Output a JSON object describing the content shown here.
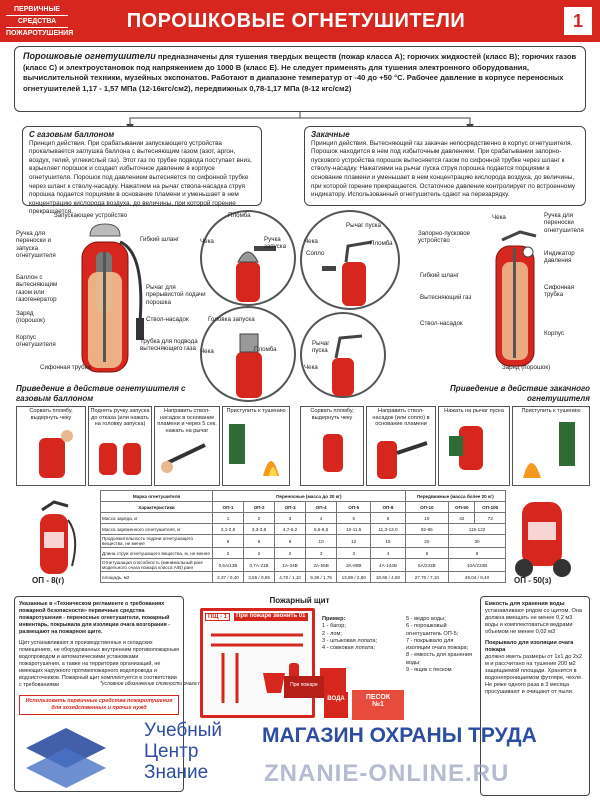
{
  "header": {
    "tag_lines": [
      "ПЕРВИЧНЫЕ",
      "СРЕДСТВА",
      "ПОЖАРОТУШЕНИЯ"
    ],
    "title": "ПОРОШКОВЫЕ ОГНЕТУШИТЕЛИ",
    "number": "1"
  },
  "intro": {
    "lead": "Порошковые огнетушители",
    "text": " предназначены для тушения твердых веществ (пожар класса А); горючих жидкостей (класс В); горючих газов (класс С) и электроустановок под напряжением до 1000 В (класс Е). Не следует применять для тушения электронного оборудования, вычислительной техники, музейных экспонатов. Работают в диапазоне температур от -40 до +50 °С. Рабочее давление в корпусе переносных огнетушителей 1,17 - 1,57 МПа (12-16кгс/см2), передвижных 0,78-1,17 МПа (8-12 кгс/см2)"
  },
  "gas_box": {
    "title": "С газовым баллоном",
    "text": "Принцип действия. При срабатывании запускающего устройства прокалывается заглушка баллона с вытесняющим газом (азот, аргон, воздух, гелий, углекислый газ). Этот газ по трубке подвода поступает вниз, взрыхляет порошок и создает избыточное давление в корпусе огнетушителя. Порошок под давлением вытесняется по сифонной трубке через шланг к стволу-насадку. Нажатием на рычаг ствола-насадка струя порошка подается порциями в основание пламени и уменьшает в нем концентрацию кислорода воздуха, до величины, при которой горение прекращается."
  },
  "pump_box": {
    "title": "Закачные",
    "text": "Принцип действия. Вытесняющий газ закачан непосредственно в корпус огнетушителя. Порошок находится в нем под избыточным давлением. При срабатывании запорно-пускового устройства порошок вытесняется газом по сифонной трубке через шланг к стволу-насадку. Нажатиями на рычаг пуска струя порошка подается порциями в основание пламени и уменьшает в нем концентрацию кислорода воздуха, до величины, при которой горение прекращается. Остаточное давление контролирует по встроенному индикатору. Использованный огнетушитель сдают на перезарядку."
  },
  "left_labels": [
    "Запускающее устройство",
    "Ручка для переноски и запуска огнетушителя",
    "Гибкий шланг",
    "Баллон с вытесняющим газом или газогенератор",
    "Рычаг для прерывистой подачи порошка",
    "Заряд (порошок)",
    "Ствол-насадок",
    "Корпус огнетушителя",
    "Трубка для подвода вытесняющего газа",
    "Сифонная трубка"
  ],
  "circle_labels": [
    "Пломба",
    "Чека",
    "Ручка запуска",
    "Головка запуска",
    "Чека",
    "Пломба",
    "Рычаг пуска",
    "Чека",
    "Сопло",
    "Пломба",
    "Рычаг пуска",
    "Чека"
  ],
  "right_labels": [
    "Запорно-пусковое устройство",
    "Чека",
    "Ручка для переноски огнетушителя",
    "Индикатор давления",
    "Гибкий шланг",
    "Сифонная трубка",
    "Вытесняющий газ",
    "Ствол-насадок",
    "Корпус",
    "Заряд (порошок)"
  ],
  "steps_gas": {
    "title": "Приведение в действие огнетушителя с газовым баллоном",
    "items": [
      "Сорвать пломбу, выдернуть чеку",
      "Поднять ручку запуска до отказа (или нажать на головку запуска)",
      "Направить ствол-насадок в основание пламени и через 5 сек. нажать на рычаг",
      "Приступить к тушению"
    ]
  },
  "steps_pump": {
    "title": "Приведение в действие закачного огнетушителя",
    "items": [
      "Сорвать пломбу, выдернуть чеку",
      "Направить ствол-насадок (или сопло) в основание пламени",
      "Нажать на рычаг пуска",
      "Приступить к тушению"
    ]
  },
  "table": {
    "head1": [
      "Марка огнетушителя",
      "Переносные (масса до 20 кг)",
      "Передвижные (масса более 20 кг)"
    ],
    "head2": [
      "Характеристики",
      "ОП-1",
      "ОП-2",
      "ОП-3",
      "ОП-4",
      "ОП-5",
      "ОП-8",
      "ОП-10",
      "ОП-50",
      "ОП-100"
    ],
    "rows": [
      [
        "Масса заряда, кг",
        "1",
        "2",
        "3",
        "4",
        "5",
        "8",
        "10",
        "42",
        "72"
      ],
      [
        "Масса заряженного огнетушителя, кг",
        "2,1-2,8",
        "3,3-3,8",
        "4,7-5,2",
        "5,6-6,5",
        "10-11,5",
        "11,3-13,0",
        "82-85",
        "115-122",
        ""
      ],
      [
        "Продолжительность подачи огнетушащего вещества, не менее",
        "6",
        "6",
        "8",
        "10",
        "12",
        "15",
        "20",
        "30",
        ""
      ],
      [
        "Длина струи огнетушащего вещества, м, не менее",
        "2",
        "2",
        "2",
        "3",
        "3",
        "4",
        "6",
        "8",
        ""
      ],
      [
        "Огнетушащая способность (минимальный ранг модельного очага пожара класса А/В) ранг",
        "0,5А/13В",
        "0,7А-21В",
        "1А-34В",
        "2А-55В",
        "3А-89В",
        "4А-144В",
        "6А/233В",
        "10А/233В",
        ""
      ],
      [
        "площадь, м2",
        "2,37 / 0,40",
        "3,55 / 0,65",
        "4,70 / 1,10",
        "9,36 / 1,75",
        "13,89 / 2,80",
        "18,66 / 4,50",
        "27,70 / 7,10",
        "46,04 / 8,40",
        ""
      ]
    ]
  },
  "table_note": "*условное обозначение сложности очага пожара установленных форм и размеров",
  "ext_left": "ОП - 8(г)",
  "ext_right": "ОП - 50(з)",
  "reg": {
    "p1": "Указанные в «Техническом регламенте о требованиях пожарной безопасности» первичные средства пожаротушения - переносные огнетушители, пожарный инвентарь, покрывала для изоляции очага возгорания - размещают на пожарном щите.",
    "p2": "Щит устанавливают в производственных и складских помещениях, не оборудованных внутренним противопожарным водопроводом и автоматическими установками пожаротушения, а также на территории организаций, не имеющих наружного противопожарного водопровода и водоисточников. Пожарный щит комплектуется в соответствии с требованиями",
    "warn": "Использовать первичные средства пожаротушения для хозяйственных и прочих нужд"
  },
  "shield": {
    "title": "Пожарный щит",
    "sign": "ПЩ - 1",
    "sign2": "При пожаре звонить 01",
    "box_text": "При пожаре",
    "sand": "ПЕСОК",
    "sand_no": "№1",
    "water": "ВОДА"
  },
  "legend": {
    "title": "Пример:",
    "left": [
      "1 - багор;",
      "2 - лом;",
      "3 - штыковая лопата;",
      "4 - совковая лопата;"
    ],
    "right": [
      "5 - ведро воды;",
      "6 - порошковый огнетушитель ОП-5;",
      "7 - покрывало для изоляции очага пожара;",
      "8 - емкость для хранения воды;",
      "9 - ящик с песком"
    ]
  },
  "water_box": {
    "t1": "Емкость для хранения воды",
    "p1": "устанавливают рядом со щитом. Она должна вмещать не менее 0,2 м3 воды и комплектоваться ведрами объемом не менее 0,02 м3",
    "t2": "Покрывало для изоляции очага пожара",
    "p2": "должно иметь размеры от 1х1 до 2х2 м и рассчитано на тушение 200 м2 защищаемой площади. Хранится в водонепроницаемом футляре, чехле. Не реже одного раза в 3 месяца просушивают и очищают от пыли."
  },
  "brand": {
    "line1": "Учебный",
    "line2": "Центр",
    "line3": "Знание",
    "shop": "МАГАЗИН ОХРАНЫ ТРУДА",
    "site": "ZNANIE-ONLINE.RU"
  },
  "colors": {
    "accent": "#d7261e",
    "brand_blue": "#2d4ea0"
  }
}
